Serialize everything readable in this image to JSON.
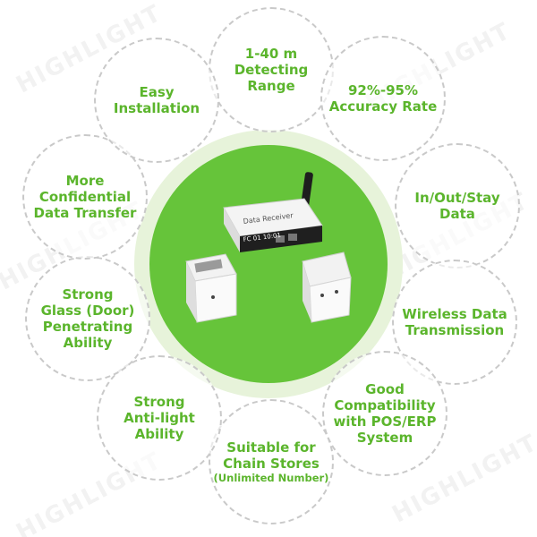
{
  "watermark": "HIGHLIGHT",
  "colors": {
    "accent": "#5bb52c",
    "center": "#66c43a",
    "halo": "#e7f3da",
    "border": "#c9c9c9"
  },
  "device": {
    "line1": "Data Receiver",
    "line2": "FC 01  10:01"
  },
  "features": [
    {
      "lines": [
        "1-40 m",
        "Detecting Range"
      ]
    },
    {
      "lines": [
        "92%-95%",
        "Accuracy Rate"
      ]
    },
    {
      "lines": [
        "In/Out/Stay",
        "Data"
      ]
    },
    {
      "lines": [
        "Wireless Data",
        "Transmission"
      ]
    },
    {
      "lines": [
        "Good",
        "Compatibility",
        "with POS/ERP",
        "System"
      ]
    },
    {
      "lines": [
        "Suitable for",
        "Chain Stores"
      ],
      "note": "(Unlimited Number)"
    },
    {
      "lines": [
        "Strong",
        "Anti-light",
        "Ability"
      ]
    },
    {
      "lines": [
        "Strong",
        "Glass (Door)",
        "Penetrating",
        "Ability"
      ]
    },
    {
      "lines": [
        "More",
        "Confidential",
        "Data Transfer"
      ]
    },
    {
      "lines": [
        "Easy",
        "Installation"
      ]
    }
  ]
}
